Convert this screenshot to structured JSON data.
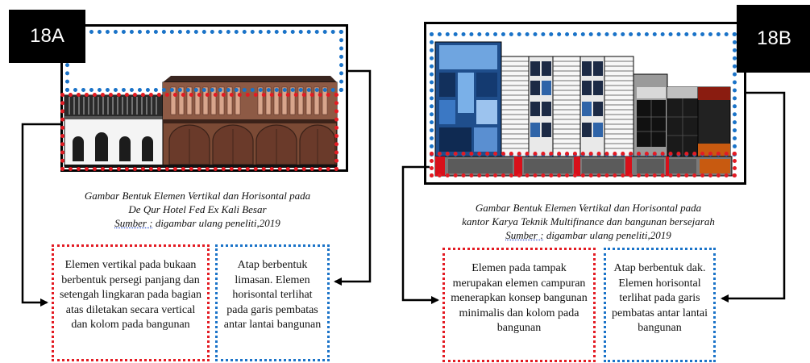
{
  "panel_a": {
    "tag": "18A",
    "caption_line1": "Gambar Bentuk Elemen Vertikal dan Horisontal pada",
    "caption_line2": "De Qur Hotel Fed Ex Kali Besar",
    "caption_source_word": "Sumber :",
    "caption_source_rest": " digambar ulang peneliti,2019",
    "red_box_text": "Elemen vertikal pada bukaan berbentuk persegi panjang dan setengah lingkaran pada bagian atas diletakan secara vertical dan kolom pada bangunan",
    "blue_box_text": "Atap berbentuk limasan. Elemen horisontal terlihat pada garis pembatas antar lantai bangunan"
  },
  "panel_b": {
    "tag": "18B",
    "caption_line1": "Gambar Bentuk Elemen Vertikal dan Horisontal pada",
    "caption_line2": "kantor Karya Teknik Multifinance dan bangunan bersejarah",
    "caption_source_word": "Sumber :",
    "caption_source_rest": " digambar ulang peneliti,2019",
    "red_box_text": "Elemen pada tampak merupakan elemen campuran menerapkan konsep bangunan minimalis dan kolom pada bangunan",
    "blue_box_text": "Atap berbentuk dak. Elemen horisontal terlihat pada garis pembatas antar lantai bangunan"
  },
  "colors": {
    "red_dotted": "#e31b23",
    "blue_dotted": "#1a73c8",
    "tag_bg": "#000000"
  }
}
